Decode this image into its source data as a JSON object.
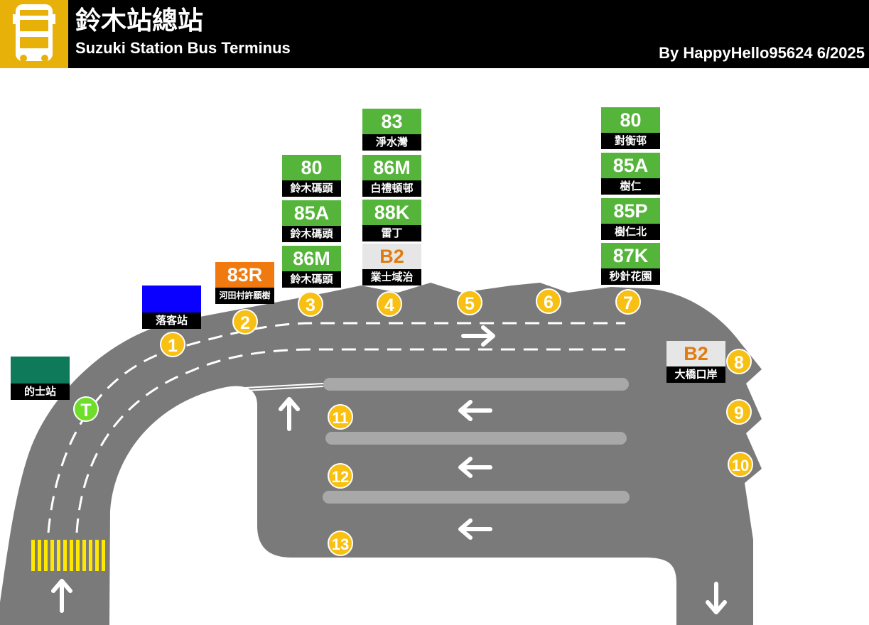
{
  "header": {
    "title_zh": "鈴木站總站",
    "title_en": "Suzuki Station Bus Terminus",
    "credit": "By HappyHello95624 6/2025",
    "icon": "bus-icon"
  },
  "colors": {
    "header_bg": "#000000",
    "icon_bg": "#e8b10a",
    "road": "#7a7a7a",
    "island": "#a8a8a8",
    "stop_marker": "#f8c012",
    "taxi_marker": "#6ede2a",
    "route_green": "#55b43a",
    "route_grey": "#e6e6e6",
    "route_orange": "#f07a10",
    "dropoff": "#0a00ff",
    "taxi_sign": "#0e7a5a",
    "crossing": "#ffe800"
  },
  "stops": [
    {
      "id": "1"
    },
    {
      "id": "2"
    },
    {
      "id": "3"
    },
    {
      "id": "4"
    },
    {
      "id": "5"
    },
    {
      "id": "6"
    },
    {
      "id": "7"
    },
    {
      "id": "8"
    },
    {
      "id": "9"
    },
    {
      "id": "10"
    },
    {
      "id": "11"
    },
    {
      "id": "12"
    },
    {
      "id": "13"
    }
  ],
  "taxi_marker": "T",
  "signs": {
    "taxi": {
      "label": "的士站"
    },
    "dropoff": {
      "label": "落客站"
    },
    "stop2": [
      {
        "route": "83R",
        "dest": "河田村許願樹"
      }
    ],
    "stop3": [
      {
        "route": "80",
        "dest": "鈴木碼頭"
      },
      {
        "route": "85A",
        "dest": "鈴木碼頭"
      },
      {
        "route": "86M",
        "dest": "鈴木碼頭"
      }
    ],
    "stop4": [
      {
        "route": "83",
        "dest": "淨水灣"
      },
      {
        "route": "86M",
        "dest": "白禮頓邨"
      },
      {
        "route": "88K",
        "dest": "雷丁"
      },
      {
        "route": "B2",
        "dest": "業士域治"
      }
    ],
    "stop7": [
      {
        "route": "80",
        "dest": "對衡邨"
      },
      {
        "route": "85A",
        "dest": "樹仁"
      },
      {
        "route": "85P",
        "dest": "樹仁北"
      },
      {
        "route": "87K",
        "dest": "秒針花園"
      }
    ],
    "stop8": [
      {
        "route": "B2",
        "dest": "大橋口岸"
      }
    ]
  },
  "direction_arrows": [
    {
      "name": "entry-up-arrow",
      "direction": "up"
    },
    {
      "name": "island-up-arrow",
      "direction": "up"
    },
    {
      "name": "top-lane-right-arrow",
      "direction": "right"
    },
    {
      "name": "lane11-left-arrow",
      "direction": "left"
    },
    {
      "name": "lane12-left-arrow",
      "direction": "left"
    },
    {
      "name": "lane13-left-arrow",
      "direction": "left"
    },
    {
      "name": "exit-down-arrow",
      "direction": "down"
    }
  ]
}
